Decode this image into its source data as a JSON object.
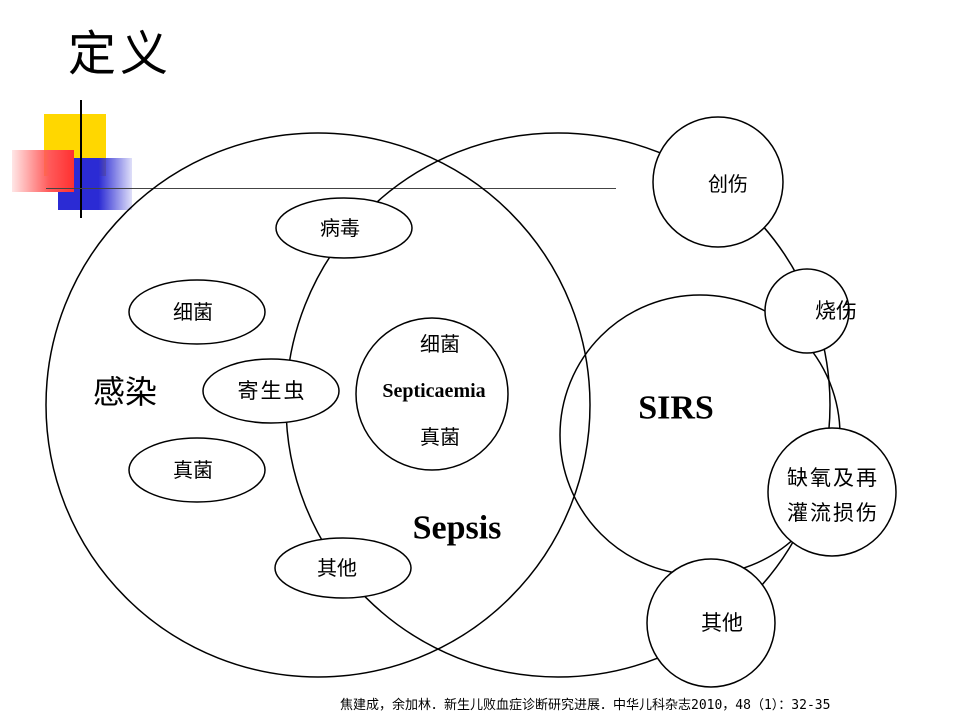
{
  "title": "定义",
  "colors": {
    "stroke": "#000000",
    "deco_yellow": "#ffd700",
    "deco_blue": "#2b2bd4",
    "deco_red": "#ff5a5a"
  },
  "regions": {
    "infection": "感染",
    "sirs": "SIRS",
    "sepsis": "Sepsis"
  },
  "infection_items": {
    "virus": "病毒",
    "bacteria": "细菌",
    "parasite": "寄生虫",
    "fungi": "真菌",
    "other": "其他"
  },
  "septicaemia": {
    "bacteria": "细菌",
    "label": "Septicaemia",
    "fungi": "真菌"
  },
  "sirs_causes": {
    "trauma": "创伤",
    "burn": "烧伤",
    "hypoxia_line1": "缺氧及再",
    "hypoxia_line2": "灌流损伤",
    "other": "其他"
  },
  "citation": "焦建成，余加林．新生儿败血症诊断研究进展．中华儿科杂志2010，48（1）：32-35"
}
